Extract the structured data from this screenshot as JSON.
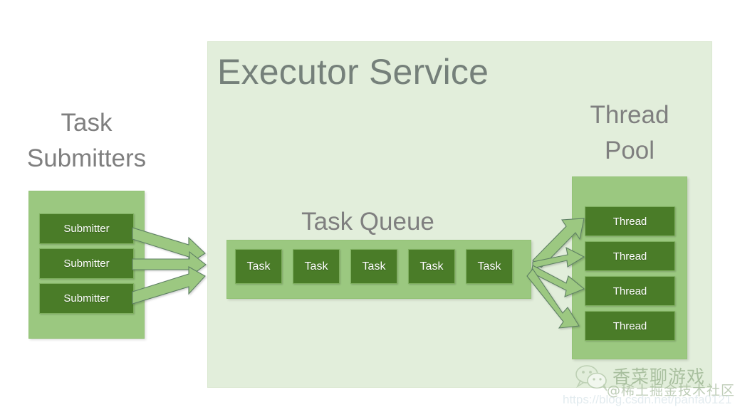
{
  "diagram": {
    "title": "Executor Service",
    "sections": {
      "submitters": {
        "caption": "Task\nSubmitters",
        "items": [
          {
            "label": "Submitter"
          },
          {
            "label": "Submitter"
          },
          {
            "label": "Submitter"
          }
        ]
      },
      "queue": {
        "caption": "Task Queue",
        "items": [
          {
            "label": "Task"
          },
          {
            "label": "Task"
          },
          {
            "label": "Task"
          },
          {
            "label": "Task"
          },
          {
            "label": "Task"
          }
        ]
      },
      "thread_pool": {
        "caption": "Thread\nPool",
        "items": [
          {
            "label": "Thread"
          },
          {
            "label": "Thread"
          },
          {
            "label": "Thread"
          },
          {
            "label": "Thread"
          }
        ]
      }
    },
    "arrows": {
      "submit_count": 3,
      "dispatch_count": 4,
      "submit_label": "submitters-to-queue-arrow",
      "dispatch_label": "queue-to-thread-arrow"
    },
    "colors": {
      "outer_panel": "#e2eedb",
      "group_panel": "#9bc880",
      "item_box": "#4a7c28",
      "item_border": "#7fb05f",
      "caption_text": "#7f7f7f",
      "title_text": "#75807a",
      "arrow_fill": "#9cc881",
      "arrow_stroke": "#5d7f63",
      "item_text": "#ffffff"
    }
  },
  "watermark": {
    "logo": "wechat-logo",
    "line1": "香菜聊游戏",
    "line2": "@稀土掘金技术社区",
    "url": "https://blog.csdn.net/panfa0121"
  }
}
